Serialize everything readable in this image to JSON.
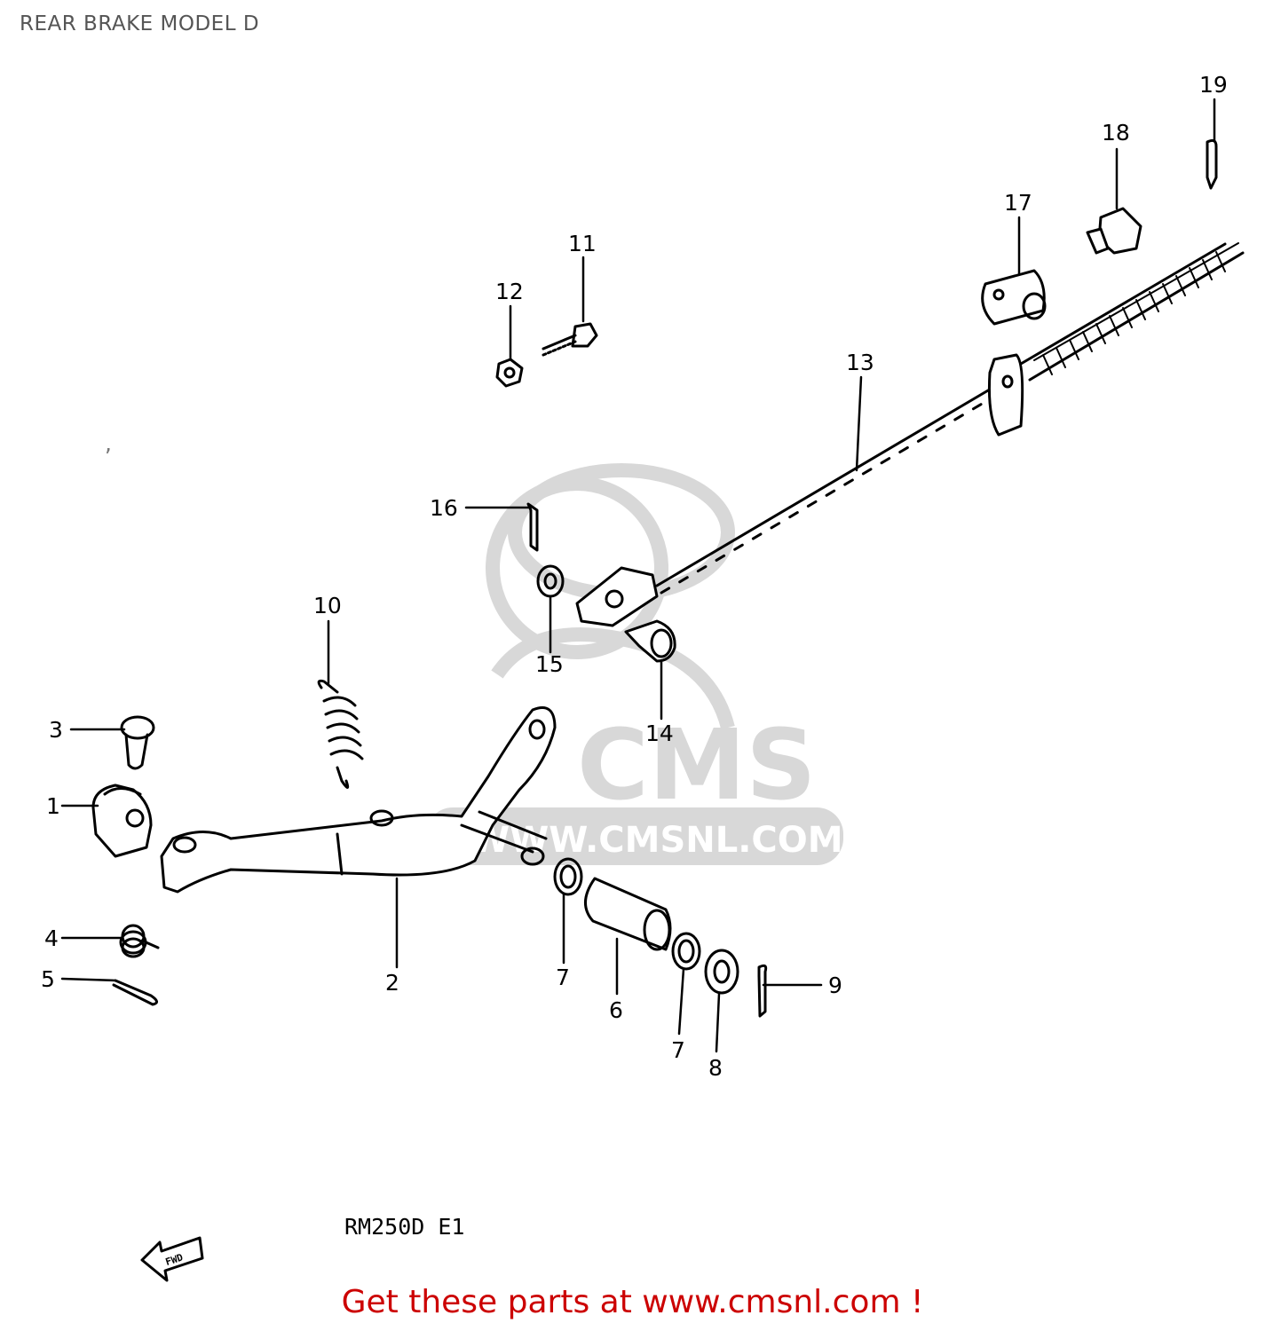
{
  "header": {
    "title": "REAR BRAKE MODEL D"
  },
  "colors": {
    "title": "#555555",
    "ink": "#000000",
    "watermark": "#d8d8d8",
    "cta": "#cc0000"
  },
  "parts": [
    {
      "ref": "1"
    },
    {
      "ref": "2"
    },
    {
      "ref": "3"
    },
    {
      "ref": "4"
    },
    {
      "ref": "5"
    },
    {
      "ref": "6"
    },
    {
      "ref": "7"
    },
    {
      "ref": "7"
    },
    {
      "ref": "8"
    },
    {
      "ref": "9"
    },
    {
      "ref": "10"
    },
    {
      "ref": "11"
    },
    {
      "ref": "12"
    },
    {
      "ref": "13"
    },
    {
      "ref": "14"
    },
    {
      "ref": "15"
    },
    {
      "ref": "16"
    },
    {
      "ref": "17"
    },
    {
      "ref": "18"
    },
    {
      "ref": "19"
    }
  ],
  "model_code": "RM250D E1",
  "fwd_arrow": {
    "label": "FWD",
    "icon": "forward-arrow-icon"
  },
  "watermark": {
    "brand": "CMS",
    "url": "WWW.CMSNL.COM"
  },
  "footer": {
    "cta": "Get these parts at www.cmsnl.com !"
  }
}
